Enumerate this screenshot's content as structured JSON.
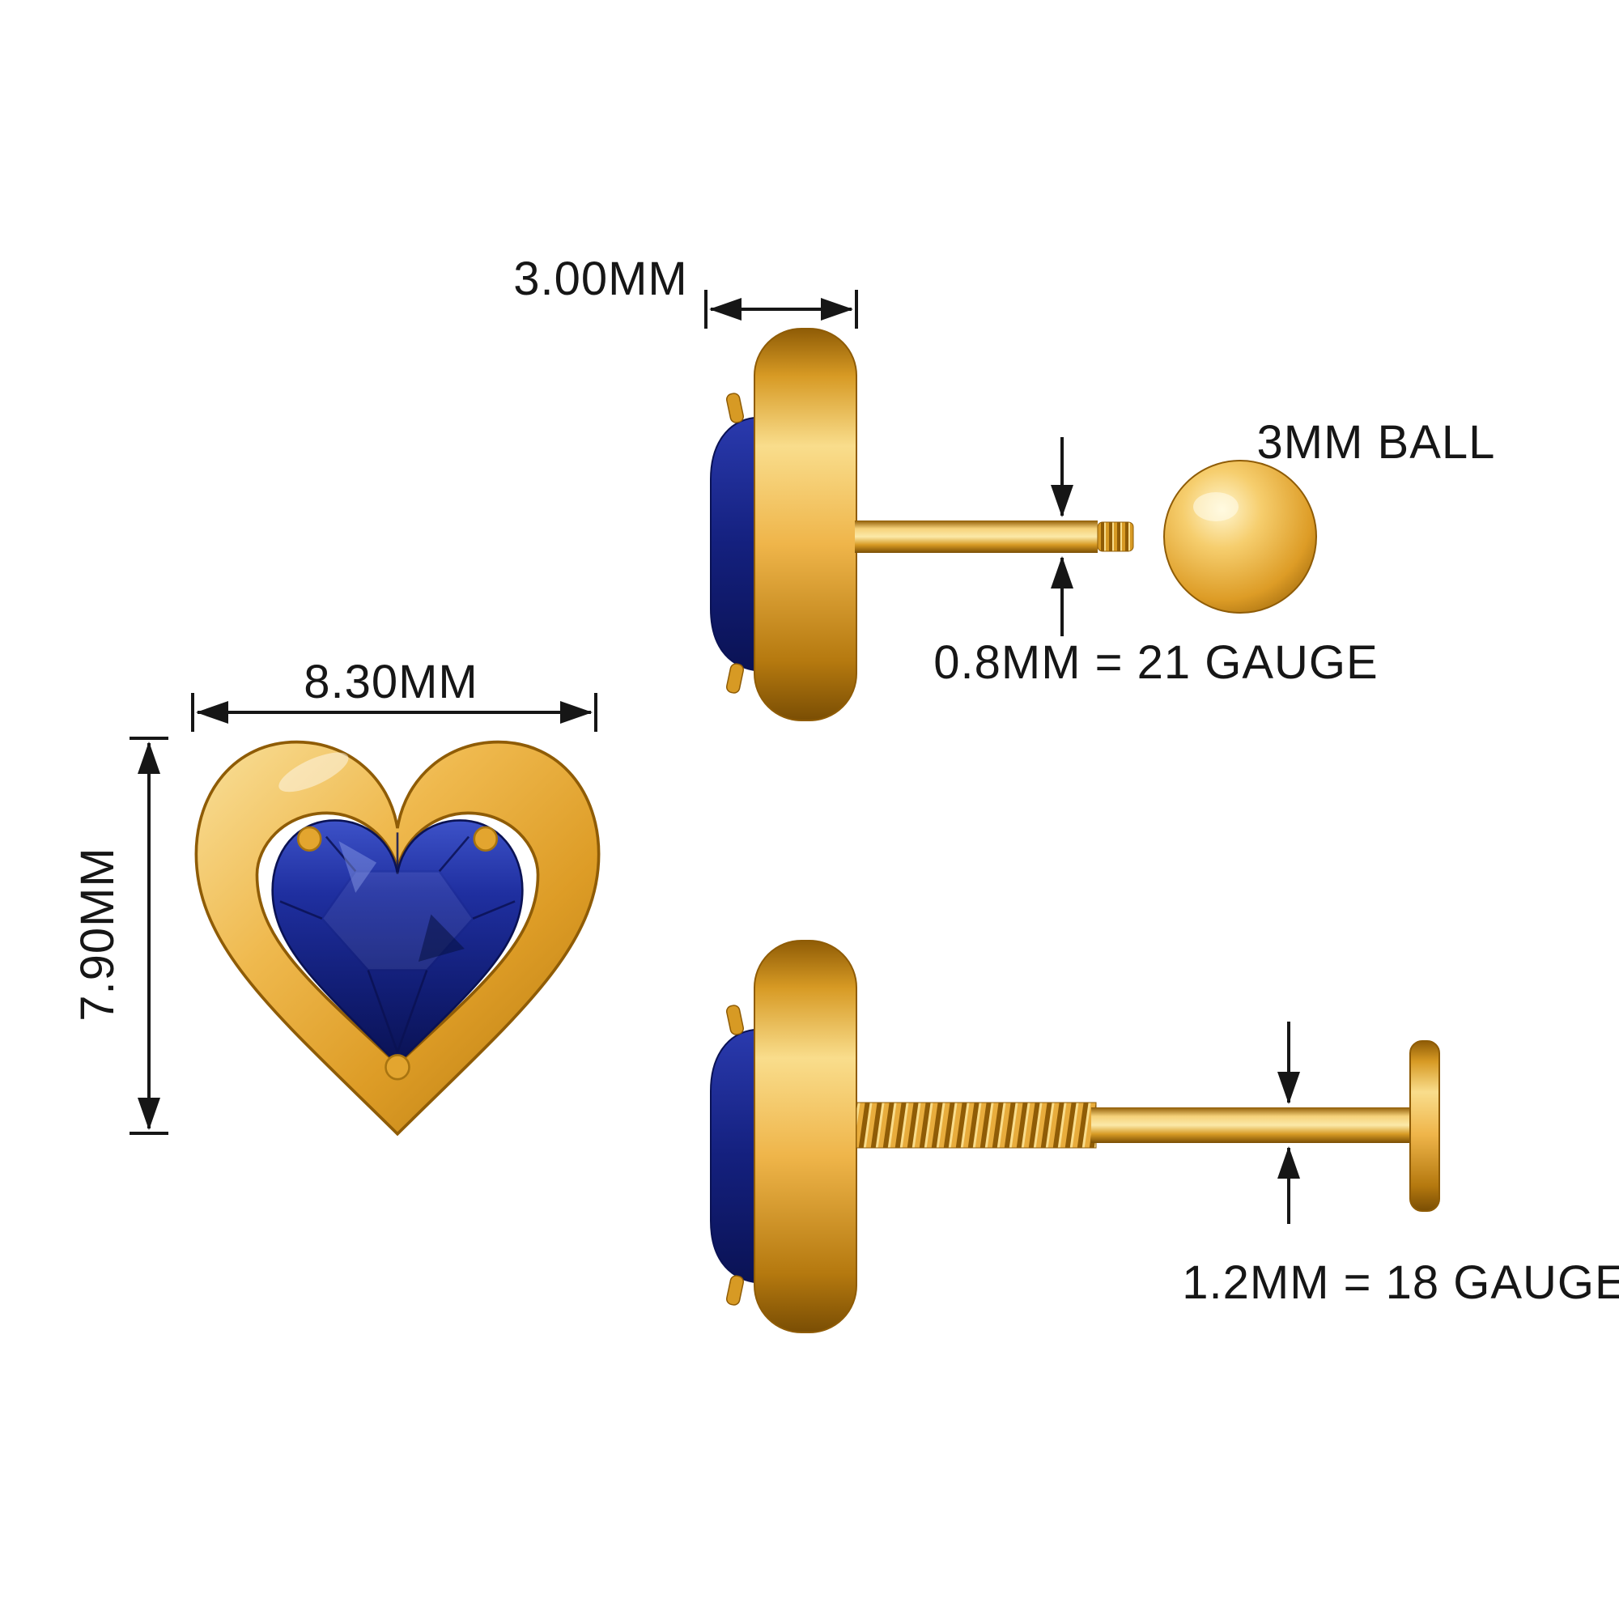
{
  "labels": {
    "front_width": "8.30MM",
    "front_height": "7.90MM",
    "depth": "3.00MM",
    "ball": "3MM BALL",
    "post_thin": "0.8MM = 21 GAUGE",
    "post_thick": "1.2MM = 18 GAUGE"
  },
  "colors": {
    "gold": "#E8AC3C",
    "gold_light": "#F9DD8C",
    "gold_dark": "#8F5C06",
    "sapphire": "#1F2FA0",
    "sapphire_dark": "#0A1254",
    "dimension_lines": "#161616",
    "background": "#FFFFFF"
  }
}
